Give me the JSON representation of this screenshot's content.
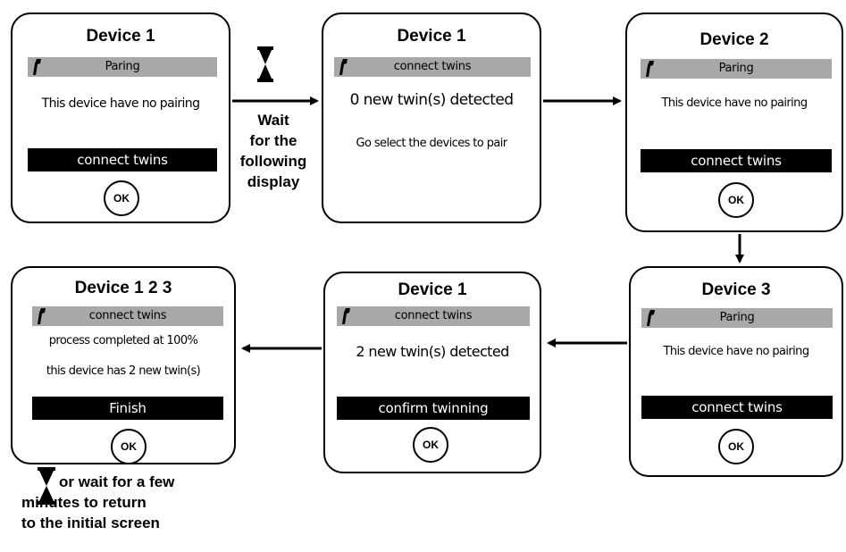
{
  "panels": [
    {
      "title": "Device 1",
      "bar": "Paring",
      "line1": "This device have no pairing",
      "button": "connect twins",
      "ok": "OK"
    },
    {
      "title": "Device 1",
      "bar": "connect twins",
      "line1": "0 new twin(s) detected",
      "line2": "Go select the devices to pair"
    },
    {
      "title": "Device 2",
      "bar": "Paring",
      "line1": "This device have no pairing",
      "button": "connect twins",
      "ok": "OK"
    },
    {
      "title": "Device 3",
      "bar": "Paring",
      "line1": "This device have no pairing",
      "button": "connect twins",
      "ok": "OK"
    },
    {
      "title": "Device 1",
      "bar": "connect twins",
      "line1": "2 new twin(s) detected",
      "button": "confirm twinning",
      "ok": "OK"
    },
    {
      "title": "Device 1 2 3",
      "bar": "connect twins",
      "line1": "process completed at 100%",
      "line2": "this device has 2 new twin(s)",
      "button": "Finish",
      "ok": "OK"
    }
  ],
  "wait_label": [
    "Wait",
    "for the",
    "following",
    "display"
  ],
  "final_note": [
    "or wait for a few",
    "minutes to return",
    "to the initial screen"
  ],
  "icons": {
    "bar_icon": "wrench-icon",
    "timer_icon": "hourglass-icon",
    "button_icon": "ok-circle-icon"
  },
  "colors": {
    "bar": "#a8a8a8",
    "button": "#000000",
    "background": "#ffffff"
  }
}
